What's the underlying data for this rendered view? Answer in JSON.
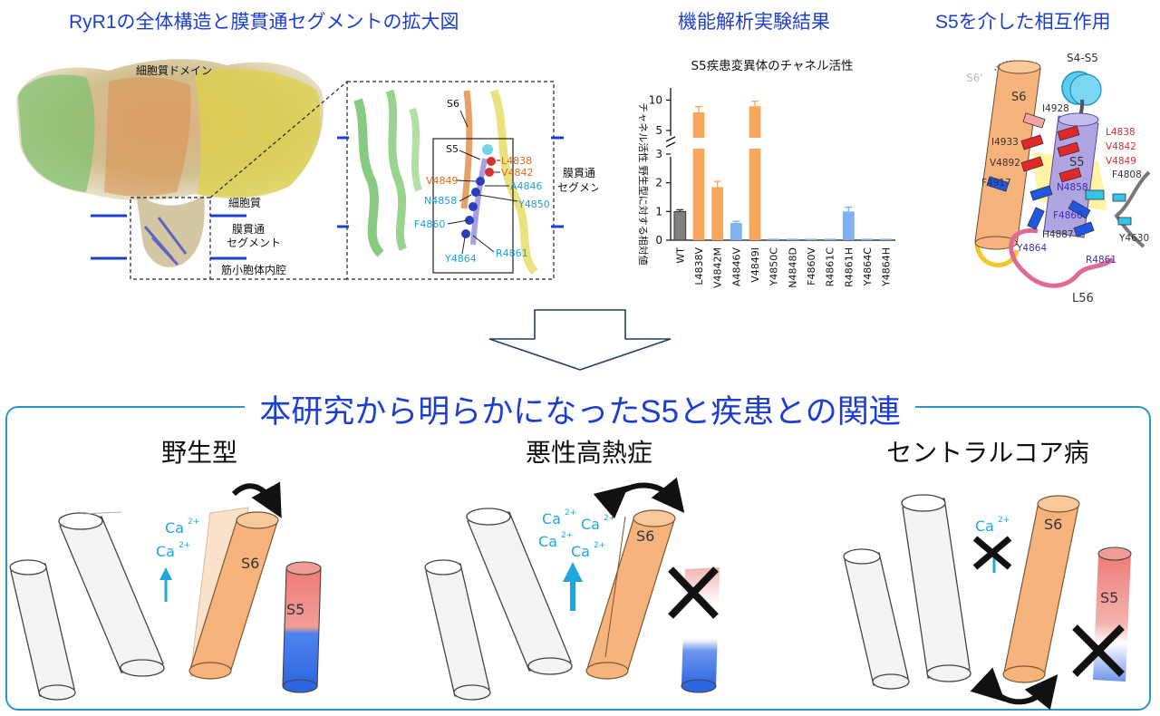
{
  "top": {
    "structure_title": "RyR1の全体構造と膜貫通セグメントの拡大図",
    "function_title": "機能解析実験結果",
    "interaction_title": "S5を介した相互作用"
  },
  "structure": {
    "cytoplasmic_domain": "細胞質ドメイン",
    "cytoplasm": "細胞質",
    "tm_segment_line1": "膜貫通",
    "tm_segment_line2": "セグメント",
    "sr_lumen": "筋小胞体内腔",
    "zoom_tm_line1": "膜貫通",
    "zoom_tm_line2": "セグメント",
    "zoom_labels": {
      "s6": "S6",
      "s5": "S5",
      "l4838": "L4838",
      "v4842": "V4842",
      "v4849": "V4849",
      "a4846": "A4846",
      "n4858": "N4858",
      "y4850": "Y4850",
      "f4860": "F4860",
      "r4861": "R4861",
      "y4864": "Y4864"
    }
  },
  "chart_data": {
    "type": "bar",
    "title": "S5疾患変異体のチャネル活性",
    "ylabel": "チャネル活性  野生型に対する相対値",
    "xlabel": "",
    "ylim": [
      0,
      12
    ],
    "axis_break": [
      3.2,
      4.4
    ],
    "yticks": [
      "0",
      "1",
      "2",
      "3",
      "5",
      "10"
    ],
    "categories": [
      "WT",
      "L4838V",
      "V4842M",
      "A4846V",
      "V4849I",
      "Y4850C",
      "N4848D",
      "F4860V",
      "R4861C",
      "R4861H",
      "Y4864C",
      "Y4864H"
    ],
    "values": [
      1.0,
      8.0,
      1.85,
      0.6,
      9.0,
      0.05,
      0.05,
      0.05,
      0.05,
      1.0,
      0.05,
      0.05
    ],
    "errors": [
      0.06,
      0.9,
      0.2,
      0.06,
      0.8,
      0.02,
      0.02,
      0.02,
      0.02,
      0.15,
      0.02,
      0.02
    ],
    "colors": [
      "#808080",
      "#f7a85c",
      "#f7a85c",
      "#7fb2ef",
      "#f7a85c",
      "#7fb2ef",
      "#7fb2ef",
      "#7fb2ef",
      "#7fb2ef",
      "#7fb2ef",
      "#7fb2ef",
      "#7fb2ef"
    ]
  },
  "interaction": {
    "s4s5": "S4-S5",
    "s6_ghost": "S6'",
    "s6": "S6",
    "s5": "S5",
    "l56": "L56",
    "residues": {
      "i4928": "I4928",
      "i4933": "I4933",
      "v4892": "V4892",
      "f4917": "F4917",
      "l4838": "L4838",
      "v4842": "V4842",
      "v4849": "V4849",
      "f4808": "F4808",
      "n4858": "N4858",
      "f4860": "F4860",
      "h4887": "H4887",
      "y4864": "Y4864",
      "r4861": "R4861",
      "y4630": "Y4630"
    },
    "colors": {
      "s5": "#b1a4e3",
      "s6": "#f6b47c",
      "red": "#e02828",
      "blue": "#1f57e0"
    }
  },
  "bottom": {
    "panel_title": "本研究から明らかになったS5と疾患との関連",
    "columns": [
      {
        "title": "野生型",
        "s6": "S6",
        "s5": "S5",
        "ca1": "Ca",
        "ca2": "Ca",
        "charge": "2+"
      },
      {
        "title": "悪性高熱症",
        "s6": "S6",
        "ca1": "Ca",
        "ca2": "Ca",
        "ca3": "Ca",
        "ca4": "Ca",
        "charge": "2+"
      },
      {
        "title": "セントラルコア病",
        "s6": "S6",
        "s5": "S5",
        "ca1": "Ca",
        "charge": "2+"
      }
    ],
    "colors": {
      "accent": "#2a97c9",
      "ca": "#21a6e0",
      "title": "#1d3fd1"
    }
  }
}
